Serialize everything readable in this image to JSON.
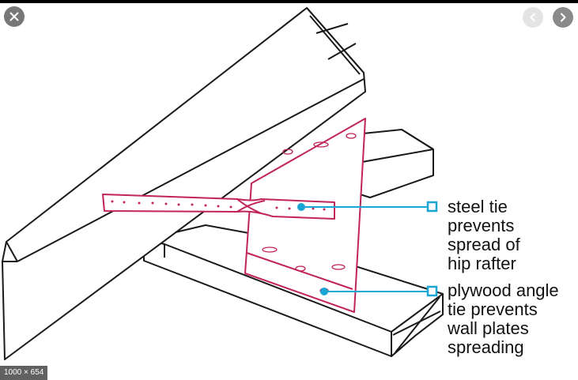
{
  "controls": {
    "close_icon": "close-icon",
    "prev_icon": "chevron-left-icon",
    "next_icon": "chevron-right-icon"
  },
  "diagram": {
    "callout_steel_tie": "steel tie\nprevents\nspread of\nhip rafter",
    "callout_plywood_tie": "plywood angle\ntie prevents\nwall plates\nspreading"
  },
  "image_info": {
    "dimensions": "1000 × 654"
  },
  "colors": {
    "tie_magenta": "#c0245a",
    "callout_cyan": "#1aa6d4",
    "line_black": "#1a1a1a"
  }
}
